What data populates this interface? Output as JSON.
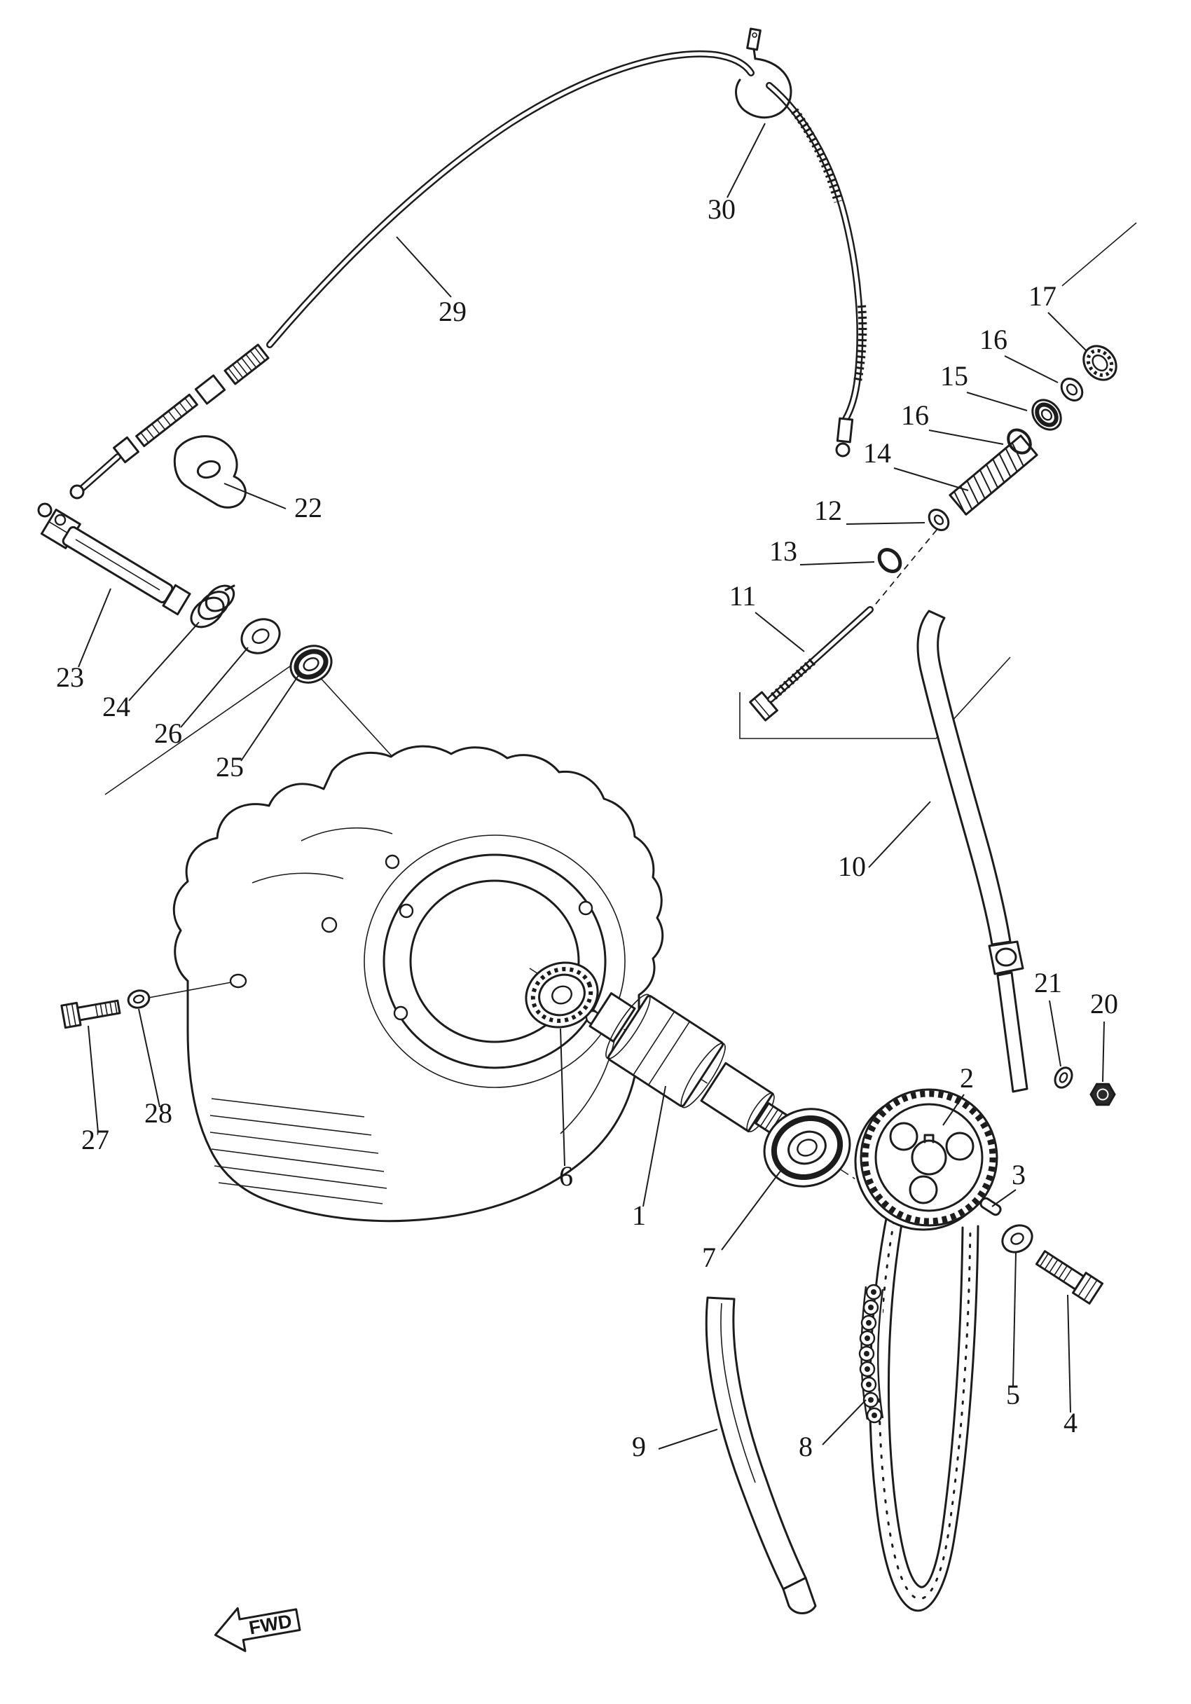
{
  "page": {
    "background_color": "#ffffff",
    "ink_color": "#1c1c1c"
  },
  "diagram": {
    "labels": [
      {
        "text": "30"
      },
      {
        "text": "29"
      },
      {
        "text": "17"
      },
      {
        "text": "16"
      },
      {
        "text": "15"
      },
      {
        "text": "16"
      },
      {
        "text": "14"
      },
      {
        "text": "12"
      },
      {
        "text": "13"
      },
      {
        "text": "11"
      },
      {
        "text": "22"
      },
      {
        "text": "23"
      },
      {
        "text": "24"
      },
      {
        "text": "26"
      },
      {
        "text": "25"
      },
      {
        "text": "10"
      },
      {
        "text": "21"
      },
      {
        "text": "20"
      },
      {
        "text": "2"
      },
      {
        "text": "3"
      },
      {
        "text": "27"
      },
      {
        "text": "28"
      },
      {
        "text": "6"
      },
      {
        "text": "1"
      },
      {
        "text": "7"
      },
      {
        "text": "5"
      },
      {
        "text": "4"
      },
      {
        "text": "9"
      },
      {
        "text": "8"
      }
    ],
    "fwd_marker": {
      "text": "FWD"
    }
  }
}
